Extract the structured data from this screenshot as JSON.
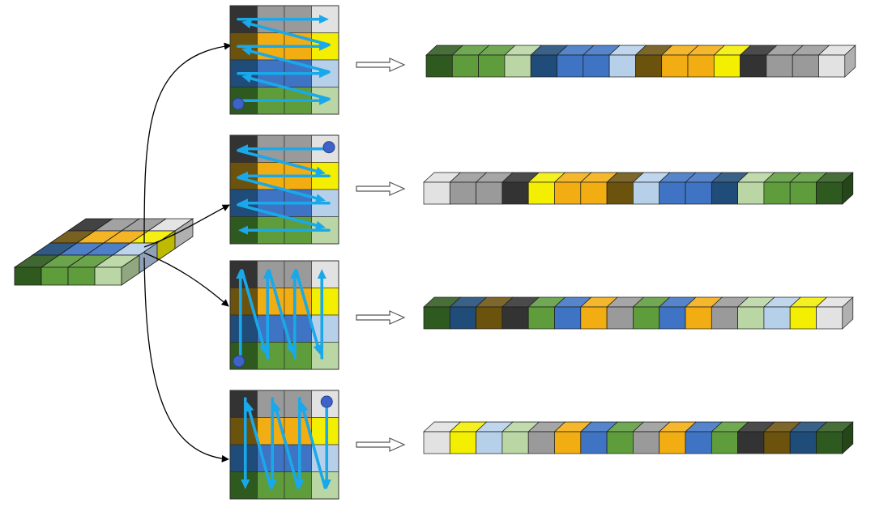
{
  "palette": {
    "dark_green": "#2f5a1f",
    "green": "#5e9c3c",
    "light_green": "#b9d6a4",
    "navy": "#1f4c78",
    "blue": "#3f74c4",
    "light_blue": "#b7d0ea",
    "brown": "#6b520d",
    "orange": "#f2ad12",
    "yellow": "#f4ee00",
    "black": "#333333",
    "gray": "#9a9a9a",
    "light_gray": "#e2e2e2",
    "arrow_cyan": "#19a9ea",
    "dot_blue": "#3d63c9",
    "connector": "#000000",
    "flow_arrow": "#ffffff"
  },
  "source_grid": {
    "rows": [
      [
        "black",
        "gray",
        "gray",
        "light_gray"
      ],
      [
        "brown",
        "orange",
        "orange",
        "yellow"
      ],
      [
        "navy",
        "blue",
        "blue",
        "light_blue"
      ],
      [
        "dark_green",
        "green",
        "green",
        "light_green"
      ]
    ]
  },
  "scans": [
    {
      "id": "row-left-to-right-bottom-up",
      "pattern": "horizontal-bottom-up",
      "sequence": [
        "dark_green",
        "green",
        "green",
        "light_green",
        "navy",
        "blue",
        "blue",
        "light_blue",
        "brown",
        "orange",
        "orange",
        "yellow",
        "black",
        "gray",
        "gray",
        "light_gray"
      ]
    },
    {
      "id": "row-right-to-left-top-down",
      "pattern": "horizontal-top-down",
      "sequence": [
        "light_gray",
        "gray",
        "gray",
        "black",
        "yellow",
        "orange",
        "orange",
        "brown",
        "light_blue",
        "blue",
        "blue",
        "navy",
        "light_green",
        "green",
        "green",
        "dark_green"
      ]
    },
    {
      "id": "column-bottom-up-left-to-right",
      "pattern": "vertical-left-to-right",
      "sequence": [
        "dark_green",
        "navy",
        "brown",
        "black",
        "green",
        "blue",
        "orange",
        "gray",
        "green",
        "blue",
        "orange",
        "gray",
        "light_green",
        "light_blue",
        "yellow",
        "light_gray"
      ]
    },
    {
      "id": "column-top-down-right-to-left",
      "pattern": "vertical-right-to-left",
      "sequence": [
        "light_gray",
        "yellow",
        "light_blue",
        "light_green",
        "gray",
        "orange",
        "blue",
        "green",
        "gray",
        "orange",
        "blue",
        "green",
        "black",
        "brown",
        "navy",
        "dark_green"
      ]
    }
  ]
}
